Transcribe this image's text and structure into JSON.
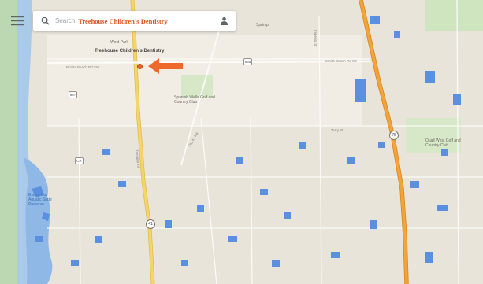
{
  "search": {
    "placeholder": "Search",
    "query": "Treehouse Children's Dentistry"
  },
  "icons": {
    "menu": "hamburger-menu-icon",
    "search": "magnifier-search-icon",
    "account": "person-icon",
    "callout": "orange-arrow-icon",
    "pin": "place-marker-icon"
  },
  "colors": {
    "highway": "#f2a43a",
    "arterial": "#f4d56b",
    "water": "#5b8fe0",
    "land": "#e9e4da",
    "green": "#cfe5c0",
    "callout_arrow": "#ef6a2a",
    "query_text": "#d9531e"
  },
  "places": {
    "poi_name": "Treehouse Children's Dentistry",
    "golf": "Spanish Wells Golf and Country Club",
    "golf2": "Quail West Golf and Country Club",
    "town": "West Park",
    "springs": "Springs",
    "bay": "Estero Bay Aquatic State Preserve"
  },
  "roads": {
    "bonita_beach_w": "Bonita Beach Rd SW",
    "bonita_beach_e": "Bonita Beach Rd SE",
    "old_41": "Old 41 Rd",
    "tamiami": "Tamiami Trl",
    "imperial": "Imperial St",
    "terry": "Terry St",
    "shield_865": "865",
    "shield_887": "887",
    "shield_41": "41",
    "shield_75": "75",
    "shield_cr": "CR"
  }
}
